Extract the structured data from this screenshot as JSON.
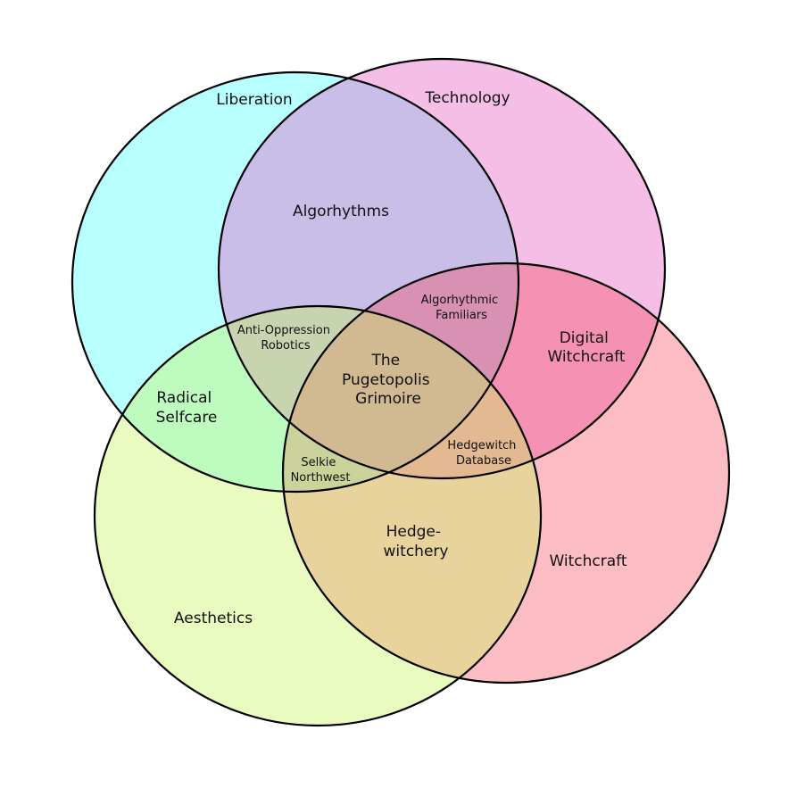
{
  "sets": [
    {
      "name": "liberation",
      "label": "Liberation",
      "color": "#00ffff"
    },
    {
      "name": "technology",
      "label": "Technology",
      "color": "#e35cc4"
    },
    {
      "name": "witchcraft",
      "label": "Witchcraft",
      "color": "#f73c50"
    },
    {
      "name": "aesthetics",
      "label": "Aesthetics",
      "color": "#c8f55e"
    }
  ],
  "regions": {
    "algorhythms": [
      "Algorhythms"
    ],
    "algorhythmic_familiars": [
      "Algorhythmic",
      "Familiars"
    ],
    "digital_witchcraft": [
      "Digital",
      "Witchcraft"
    ],
    "anti_oppression_robotics": [
      "Anti-Oppression",
      "Robotics"
    ],
    "pugetopolis_grimoire": [
      "The",
      "Pugetopolis",
      "Grimoire"
    ],
    "radical_selfcare": [
      "Radical",
      "Selfcare"
    ],
    "hedgewitch_database": [
      "Hedgewitch",
      "Database"
    ],
    "selkie_northwest": [
      "Selkie",
      "Northwest"
    ],
    "hedgewitchery": [
      "Hedge-",
      "witchery"
    ]
  }
}
